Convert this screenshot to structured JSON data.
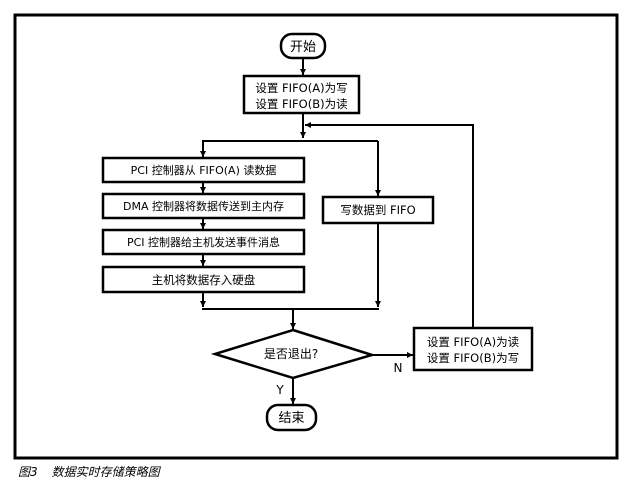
{
  "figure": {
    "caption_number": "图3",
    "caption_title": "数据实时存储策略图"
  },
  "nodes": {
    "start": "开始",
    "init_line1": "设置 FIFO(A)为写",
    "init_line2": "设置 FIFO(B)为读",
    "pci_read": "PCI 控制器从 FIFO(A) 读数据",
    "dma_transfer": "DMA 控制器将数据传送到主内存",
    "pci_notify": "PCI 控制器给主机发送事件消息",
    "host_save": "主机将数据存入硬盘",
    "write_fifo": "写数据到 FIFO",
    "decision": "是否退出?",
    "swap_line1": "设置 FIFO(A)为读",
    "swap_line2": "设置 FIFO(B)为写",
    "end": "结束"
  },
  "edge_labels": {
    "yes": "Y",
    "no": "N"
  },
  "colors": {
    "stroke": "#000000",
    "background": "#ffffff"
  }
}
